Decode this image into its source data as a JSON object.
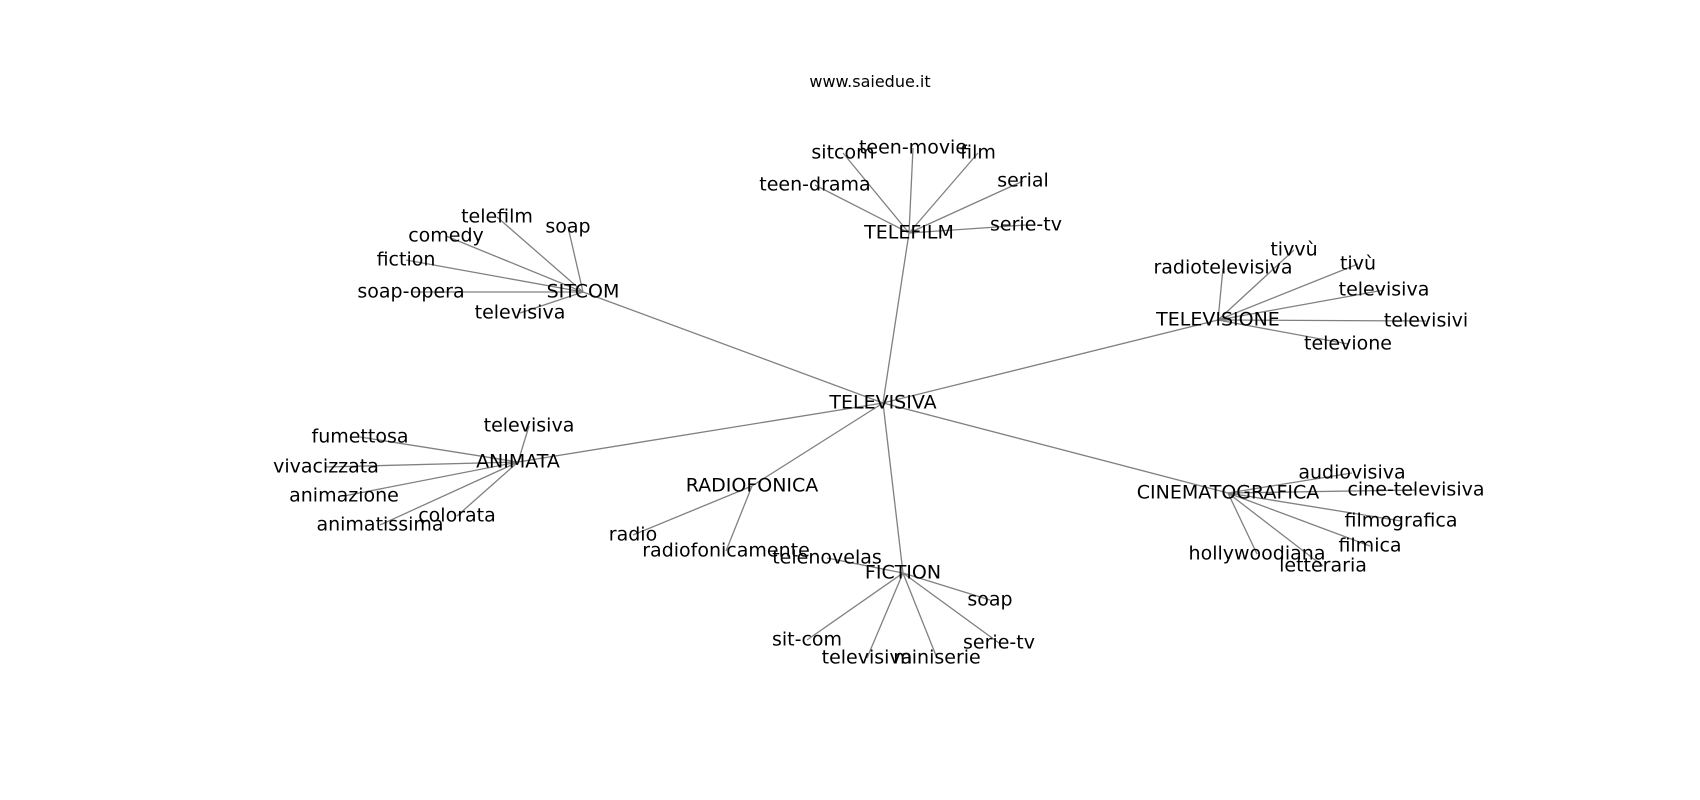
{
  "site_label": "www.saiedue.it",
  "graph": {
    "center": "TELEVISIVA",
    "hubs": [
      {
        "label": "TELEFILM",
        "leaves": [
          "sitcom",
          "teen-movie",
          "film",
          "teen-drama",
          "serial",
          "serie-tv"
        ]
      },
      {
        "label": "SITCOM",
        "leaves": [
          "telefilm",
          "soap",
          "comedy",
          "fiction",
          "soap-opera",
          "televisiva"
        ]
      },
      {
        "label": "TELEVISIONE",
        "leaves": [
          "tivvù",
          "tivù",
          "radiotelevisiva",
          "televisiva",
          "televisivi",
          "televione"
        ]
      },
      {
        "label": "ANIMATA",
        "leaves": [
          "televisiva",
          "fumettosa",
          "vivacizzata",
          "animazione",
          "animatissima",
          "colorata"
        ]
      },
      {
        "label": "RADIOFONICA",
        "leaves": [
          "radio",
          "radiofonicamente"
        ]
      },
      {
        "label": "CINEMATOGRAFICA",
        "leaves": [
          "audiovisiva",
          "cine-televisiva",
          "filmografica",
          "filmica",
          "hollywoodiana",
          "letteraria"
        ]
      },
      {
        "label": "FICTION",
        "leaves": [
          "telenovelas",
          "soap",
          "sit-com",
          "serie-tv",
          "televisiva",
          "miniserie"
        ]
      }
    ]
  }
}
